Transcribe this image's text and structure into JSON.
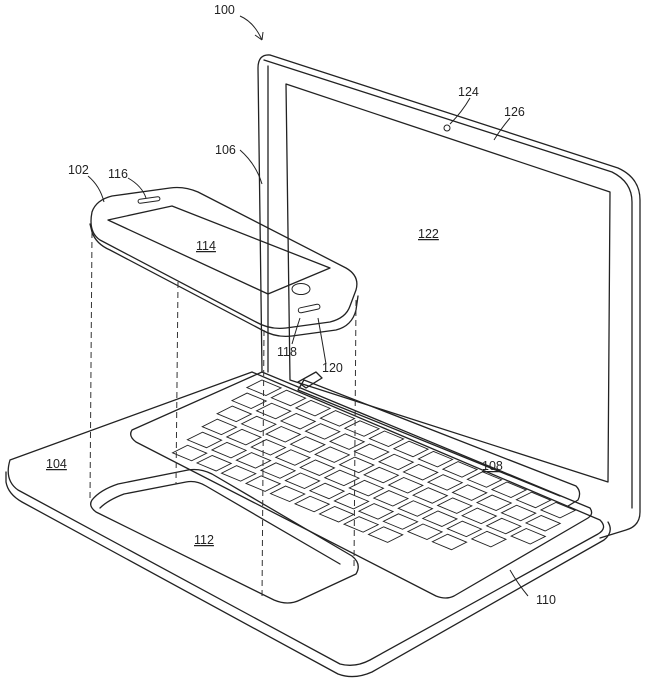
{
  "figure": {
    "ref_labels": {
      "device_assembly": "100",
      "phone": "102",
      "base": "104",
      "display_housing": "106",
      "keyboard": "108",
      "keyboard_edge": "110",
      "cavity": "112",
      "phone_screen": "114",
      "phone_speaker": "116",
      "phone_home_button": "118",
      "connector": "120",
      "laptop_screen": "122",
      "camera": "124",
      "bezel": "126"
    },
    "underlined_labels": [
      "base",
      "cavity",
      "phone_screen",
      "laptop_screen",
      "keyboard"
    ],
    "stroke_color": "#222222",
    "background_color": "#ffffff",
    "keyboard_layout": {
      "rows": 6,
      "keys_per_row": [
        13,
        13,
        13,
        12,
        11,
        9
      ]
    }
  }
}
